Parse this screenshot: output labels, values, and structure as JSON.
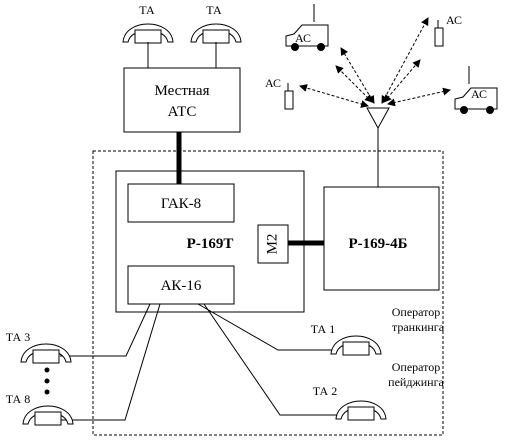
{
  "nodes": {
    "local_exchange": [
      "Местная",
      "АТС"
    ],
    "gak8": "ГАК-8",
    "ak16": "АК-16",
    "r169t": "Р-169Т",
    "m2": "М2",
    "r169_4b": "Р-169-4Б",
    "phone_top_left": "ТА",
    "phone_top_right": "ТА",
    "ta1": "ТА 1",
    "ta2": "ТА 2",
    "ta3": "ТА 3",
    "ta8": "ТА 8",
    "trunking_operator": [
      "Оператор",
      "транкинга"
    ],
    "paging_operator": [
      "Оператор",
      "пейджинга"
    ],
    "as_car_top": "АС",
    "as_handheld_top": "АС",
    "as_handheld_left": "АС",
    "as_car_right": "АС"
  },
  "edges": [
    {
      "from": "Местная АТС",
      "to": "ГАК-8",
      "style": "thick"
    },
    {
      "from": "М2",
      "to": "Р-169-4Б",
      "style": "thick"
    },
    {
      "from": "Р-169-4Б",
      "to": "antenna",
      "style": "thin"
    },
    {
      "from": "АК-16",
      "to": "ТА 1",
      "style": "thin"
    },
    {
      "from": "АК-16",
      "to": "ТА 2",
      "style": "thin"
    },
    {
      "from": "АК-16",
      "to": "ТА 3",
      "style": "thin"
    },
    {
      "from": "АК-16",
      "to": "ТА 8",
      "style": "thin"
    },
    {
      "from": "antenna",
      "to": "АС",
      "style": "dashed-bidirectional"
    }
  ]
}
